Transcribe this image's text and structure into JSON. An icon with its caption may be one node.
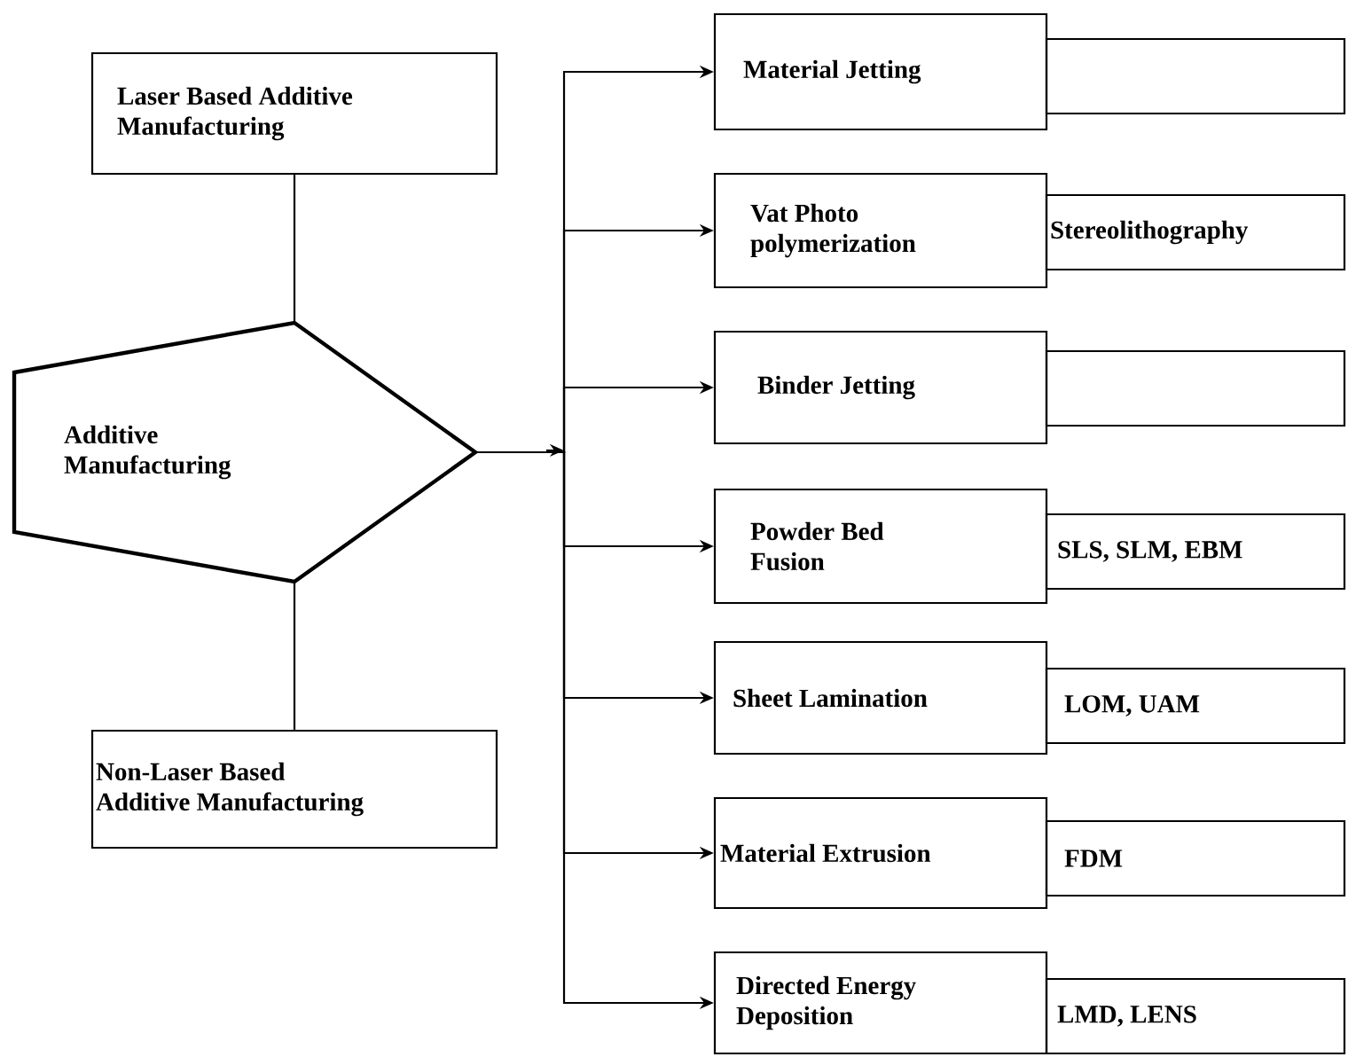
{
  "diagram": {
    "nodes": [
      {
        "text": [
          "Laser Based Additive Manufacturing"
        ]
      },
      {
        "text": [
          "Additive Manufacturing"
        ]
      },
      {
        "text": [
          "Non-Laser Based Additive Manufacturing"
        ]
      },
      {
        "text": [
          "Material Jetting"
        ]
      },
      {
        "text": [],
        "shape": "box"
      },
      {
        "text": [
          "Vat Photo polymerization"
        ]
      },
      {
        "text": [
          "Stereolithography"
        ]
      },
      {
        "text": [
          "Binder Jetting"
        ]
      },
      {
        "text": [],
        "shape": "box"
      },
      {
        "text": [
          "Powder Bed Fusion"
        ]
      },
      {
        "text": [
          "SLS, SLM, EBM"
        ]
      },
      {
        "text": [
          "Sheet Lamination"
        ]
      },
      {
        "text": [
          "LOM, UAM"
        ]
      },
      {
        "text": [
          "Material Extrusion"
        ]
      },
      {
        "text": [
          "FDM"
        ]
      },
      {
        "text": [
          "Directed Energy Deposition"
        ]
      },
      {
        "text": [
          "LMD, LENS"
        ]
      }
    ],
    "edges": [
      {
        "from": 0,
        "to": 1,
        "arrow": "none"
      },
      {
        "from": 1,
        "to": 2,
        "arrow": "none"
      },
      {
        "from": 1,
        "to": 3,
        "arrow": "to"
      },
      {
        "from": 1,
        "to": 5,
        "arrow": "to"
      },
      {
        "from": 1,
        "to": 7,
        "arrow": "to"
      },
      {
        "from": 1,
        "to": 9,
        "arrow": "to"
      },
      {
        "from": 1,
        "to": 11,
        "arrow": "to"
      },
      {
        "from": 1,
        "to": 13,
        "arrow": "to"
      },
      {
        "from": 1,
        "to": 15,
        "arrow": "to"
      }
    ]
  }
}
